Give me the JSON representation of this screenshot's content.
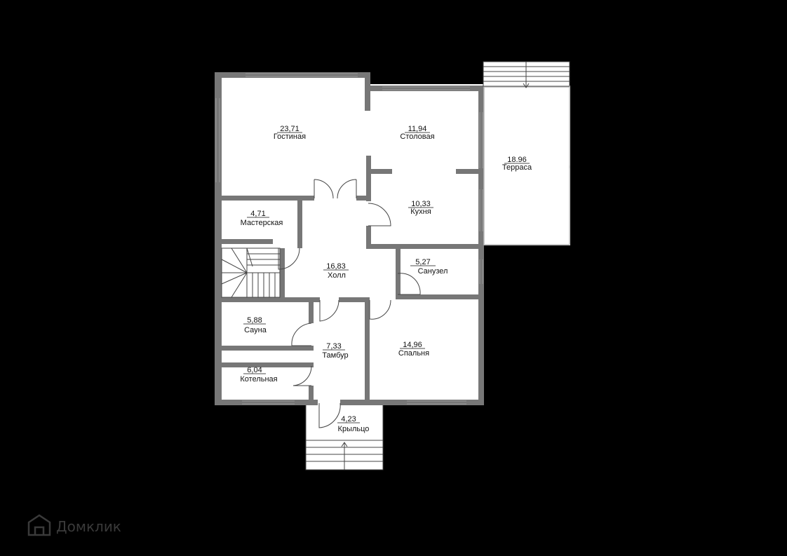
{
  "rooms": [
    {
      "id": "gostinaya",
      "area": "23,71",
      "name": "Гостиная"
    },
    {
      "id": "stolovaya",
      "area": "11,94",
      "name": "Столовая"
    },
    {
      "id": "terrasa",
      "area": "18.96",
      "name": "Терраса"
    },
    {
      "id": "kuhnya",
      "area": "10,33",
      "name": "Кухня"
    },
    {
      "id": "masterskaya",
      "area": "4,71",
      "name": "Мастерская"
    },
    {
      "id": "holl",
      "area": "16,83",
      "name": "Холл"
    },
    {
      "id": "sanuzel",
      "area": "5,27",
      "name": "Санузел"
    },
    {
      "id": "sauna",
      "area": "5,88",
      "name": "Сауна"
    },
    {
      "id": "tambur",
      "area": "7,33",
      "name": "Тамбур"
    },
    {
      "id": "spalnya",
      "area": "14,96",
      "name": "Спальня"
    },
    {
      "id": "kotelnaya",
      "area": "6,04",
      "name": "Котельная"
    },
    {
      "id": "krylco",
      "area": "4,23",
      "name": "Крыльцо"
    }
  ],
  "watermark": {
    "text": "Домклик",
    "icon": "domclick-logo-icon"
  },
  "colors": {
    "background": "#000000",
    "floor": "#ffffff",
    "wall": "#777777",
    "text": "#111111"
  }
}
